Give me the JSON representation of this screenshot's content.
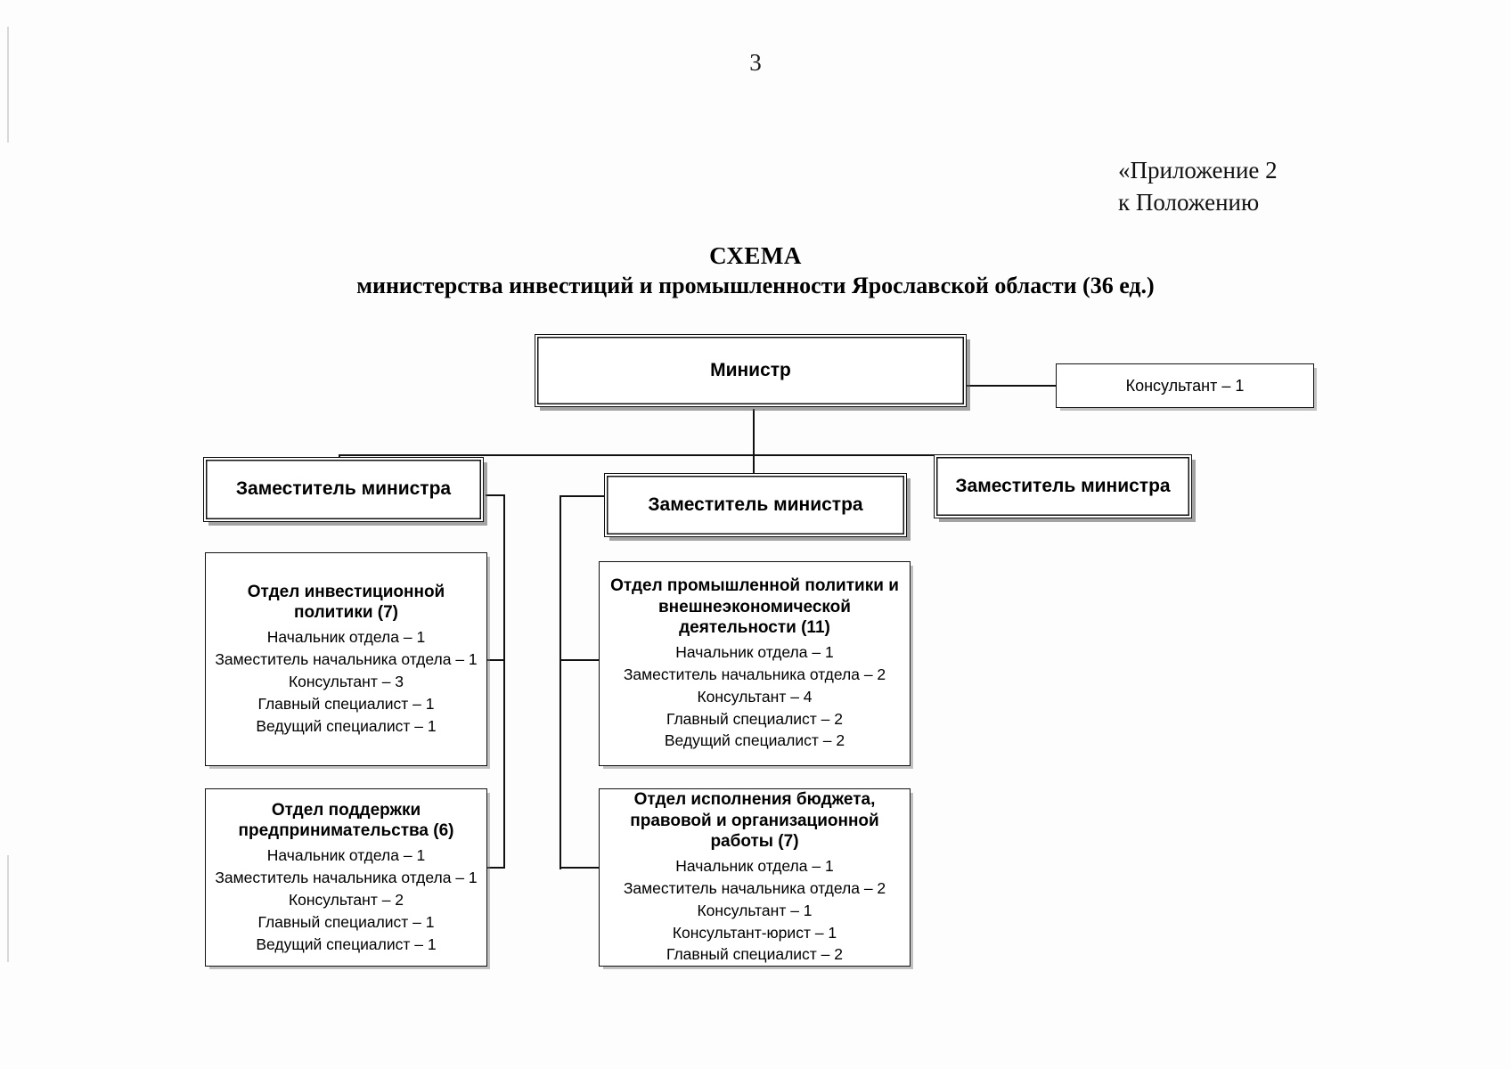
{
  "document": {
    "page_number": "3",
    "appendix_line1": "«Приложение 2",
    "appendix_line2": "к Положению",
    "title": "СХЕМА",
    "subtitle": "министерства инвестиций и промышленности Ярославской области (36 ед.)"
  },
  "chart": {
    "minister": {
      "label": "Министр"
    },
    "consultant": {
      "label": "Консультант – 1"
    },
    "deputies": [
      {
        "label": "Заместитель министра"
      },
      {
        "label": "Заместитель министра"
      },
      {
        "label": "Заместитель министра"
      }
    ],
    "departments": [
      {
        "id": "investment-policy",
        "title_lines": [
          "Отдел инвестиционной",
          "политики (7)"
        ],
        "staff": [
          "Начальник отдела – 1",
          "Заместитель начальника отдела – 1",
          "Консультант – 3",
          "Главный специалист – 1",
          "Ведущий специалист – 1"
        ]
      },
      {
        "id": "entrepreneurship-support",
        "title_lines": [
          "Отдел поддержки",
          "предпринимательства (6)"
        ],
        "staff": [
          "Начальник отдела – 1",
          "Заместитель начальника отдела – 1",
          "Консультант – 2",
          "Главный специалист – 1",
          "Ведущий специалист – 1"
        ]
      },
      {
        "id": "industrial-policy",
        "title_lines": [
          "Отдел промышленной  политики и",
          "внешнеэкономической",
          "деятельности (11)"
        ],
        "staff": [
          "Начальник отдела – 1",
          "Заместитель начальника отдела – 2",
          "Консультант – 4",
          "Главный специалист – 2",
          "Ведущий специалист – 2"
        ]
      },
      {
        "id": "budget-execution",
        "title_lines": [
          "Отдел исполнения бюджета,",
          "правовой и организационной",
          "работы  (7)"
        ],
        "staff": [
          "Начальник отдела – 1",
          "Заместитель начальника отдела – 2",
          "Консультант – 1",
          "Консультант-юрист – 1",
          "Главный специалист – 2"
        ]
      }
    ]
  }
}
